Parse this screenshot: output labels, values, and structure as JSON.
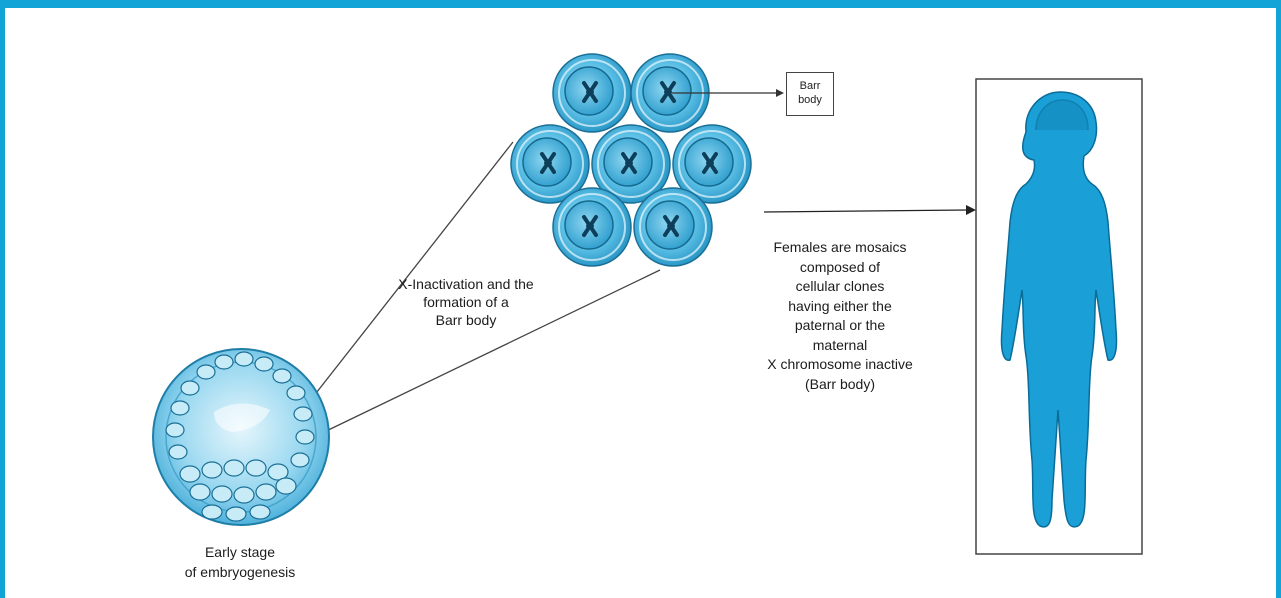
{
  "labels": {
    "barr_body_box": [
      "Barr",
      "body"
    ],
    "x_inactivation": [
      "X-Inactivation and the",
      "formation of a",
      "Barr body"
    ],
    "females_mosaics": [
      "Females are mosaics",
      "composed of",
      "cellular clones",
      "having either the",
      "paternal or the",
      "maternal",
      "X chromosome inactive",
      "(Barr body)"
    ],
    "early_stage": [
      "Early stage",
      "of embryogenesis"
    ]
  },
  "colors": {
    "accent_border": "#12a4d6",
    "cell_blue": "#2aa6d3",
    "figure_blue": "#1a9fd6"
  },
  "icons": {
    "embryo": "embryo-blastocyst-icon",
    "cell_cluster": "cell-cluster-icon",
    "female": "female-silhouette-icon"
  }
}
